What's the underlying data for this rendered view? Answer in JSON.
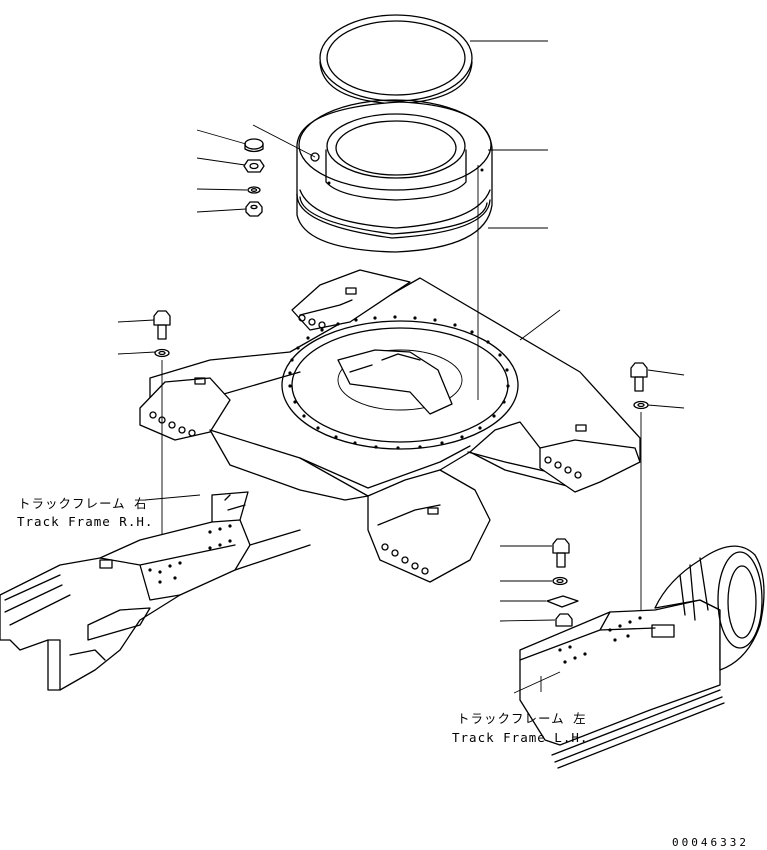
{
  "labels": {
    "track_frame_rh_jp": "トラックフレーム 右",
    "track_frame_rh_en": "Track Frame R.H.",
    "track_frame_lh_jp": "トラックフレーム 左",
    "track_frame_lh_en": "Track Frame L.H."
  },
  "drawing_number": "00046332"
}
